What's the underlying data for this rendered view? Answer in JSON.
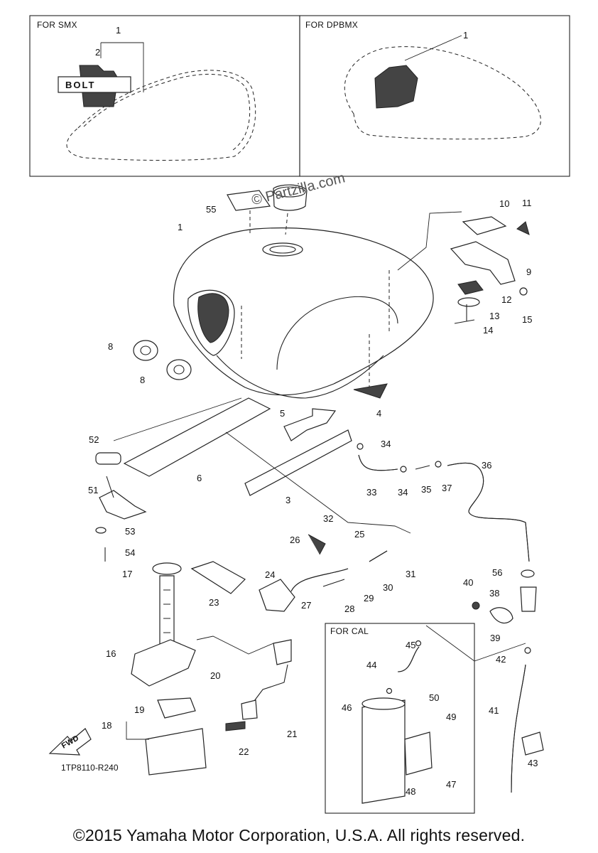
{
  "diagram": {
    "boxes": {
      "smx_label": "FOR SMX",
      "dpbmx_label": "FOR DPBMX",
      "cal_label": "FOR CAL"
    },
    "watermark": "© Partzilla.com",
    "badge_text": "BOLT",
    "fwd_label": "FWD",
    "reference_code": "1TP8110-R240",
    "copyright": "©2015 Yamaha Motor Corporation, U.S.A. All rights reserved.",
    "callouts": [
      "1",
      "2",
      "1",
      "55",
      "1",
      "10",
      "11",
      "9",
      "12",
      "13",
      "14",
      "15",
      "8",
      "8",
      "5",
      "4",
      "52",
      "6",
      "3",
      "34",
      "33",
      "34",
      "35",
      "37",
      "36",
      "51",
      "53",
      "54",
      "32",
      "25",
      "26",
      "31",
      "30",
      "29",
      "28",
      "27",
      "24",
      "23",
      "17",
      "16",
      "20",
      "19",
      "18",
      "22",
      "21",
      "56",
      "40",
      "38",
      "39",
      "42",
      "41",
      "43",
      "45",
      "44",
      "50",
      "46",
      "49",
      "47",
      "48"
    ]
  }
}
